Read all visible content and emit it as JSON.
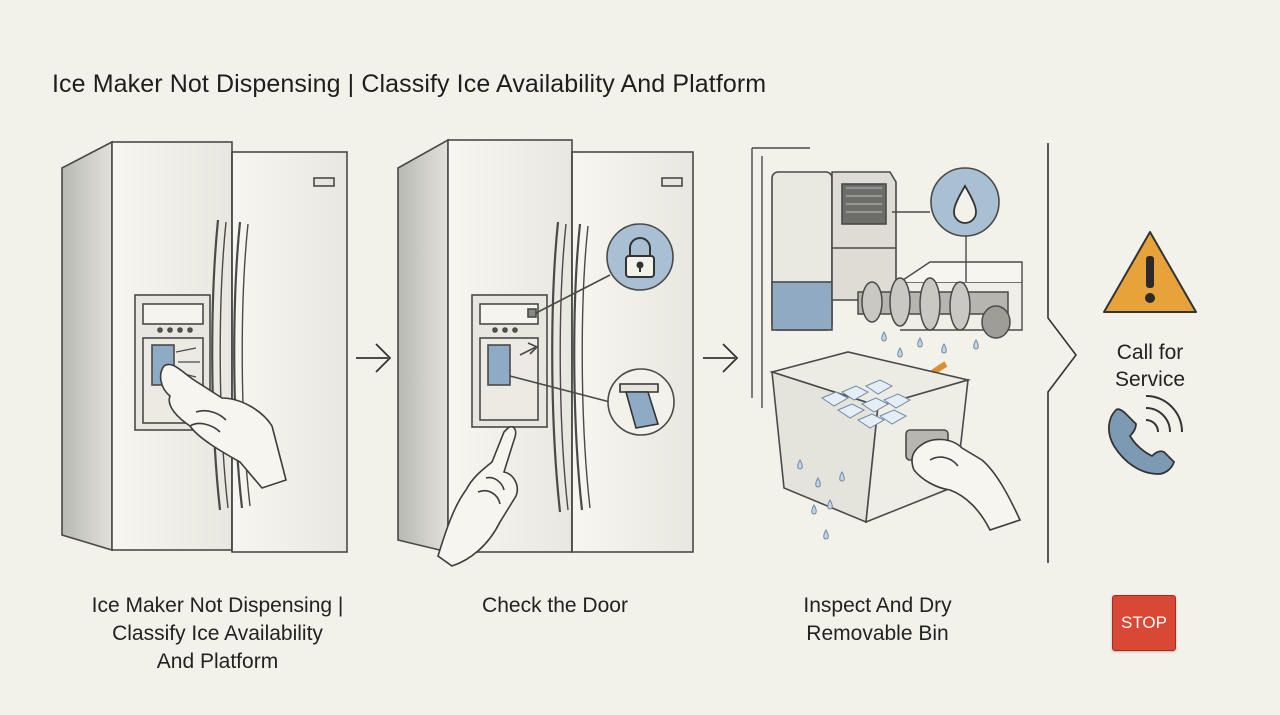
{
  "title": "Ice Maker Not Dispensing | Classify Ice Availability And Platform",
  "steps": [
    {
      "caption_lines": [
        "Ice Maker Not Dispensing |",
        "Classify Ice Availability",
        "And Platform"
      ]
    },
    {
      "caption_lines": [
        "Check the Door"
      ]
    },
    {
      "caption_lines": [
        "Inspect And Dry",
        "Removable Bin"
      ]
    }
  ],
  "service": {
    "label_lines": [
      "Call for",
      "Service"
    ],
    "stop_label": "STOP"
  },
  "icons": {
    "step_arrow": "arrow-right-icon",
    "lock": "lock-icon",
    "paddle": "dispenser-paddle-icon",
    "water": "water-drop-icon",
    "warning": "warning-icon",
    "phone": "phone-icon"
  },
  "colors": {
    "background": "#f3f2ea",
    "callout_fill": "#a9c0d4",
    "warning_fill": "#e8a23a",
    "stop_fill": "#d94735"
  }
}
